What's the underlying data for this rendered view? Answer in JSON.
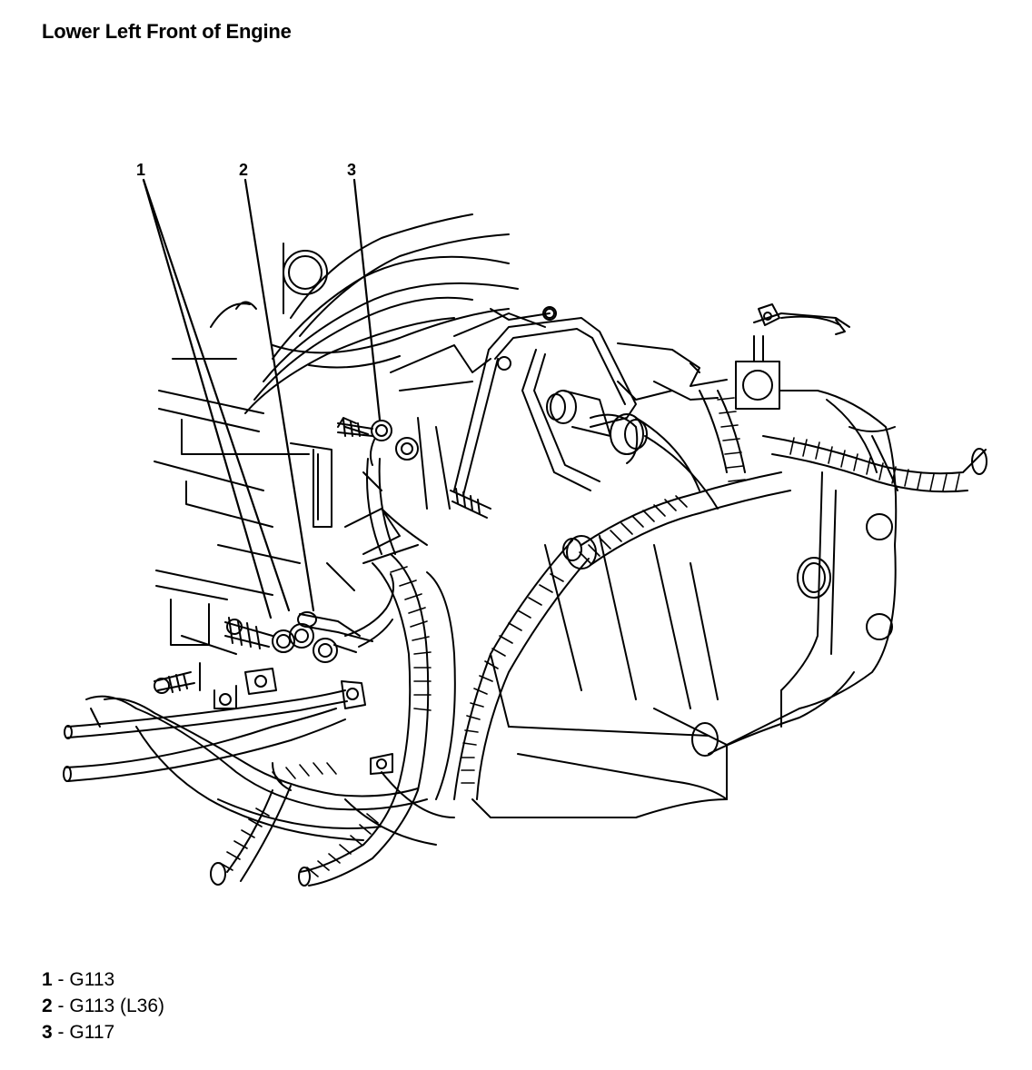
{
  "title": "Lower Left Front of Engine",
  "callouts": [
    {
      "number": "1"
    },
    {
      "number": "2"
    },
    {
      "number": "3"
    }
  ],
  "legend": [
    {
      "number": "1",
      "separator": " - ",
      "text": "G113"
    },
    {
      "number": "2",
      "separator": " - ",
      "text": "G113 (L36)"
    },
    {
      "number": "3",
      "separator": " - ",
      "text": "G117"
    }
  ],
  "colors": {
    "line": "#000000",
    "background": "#ffffff"
  }
}
